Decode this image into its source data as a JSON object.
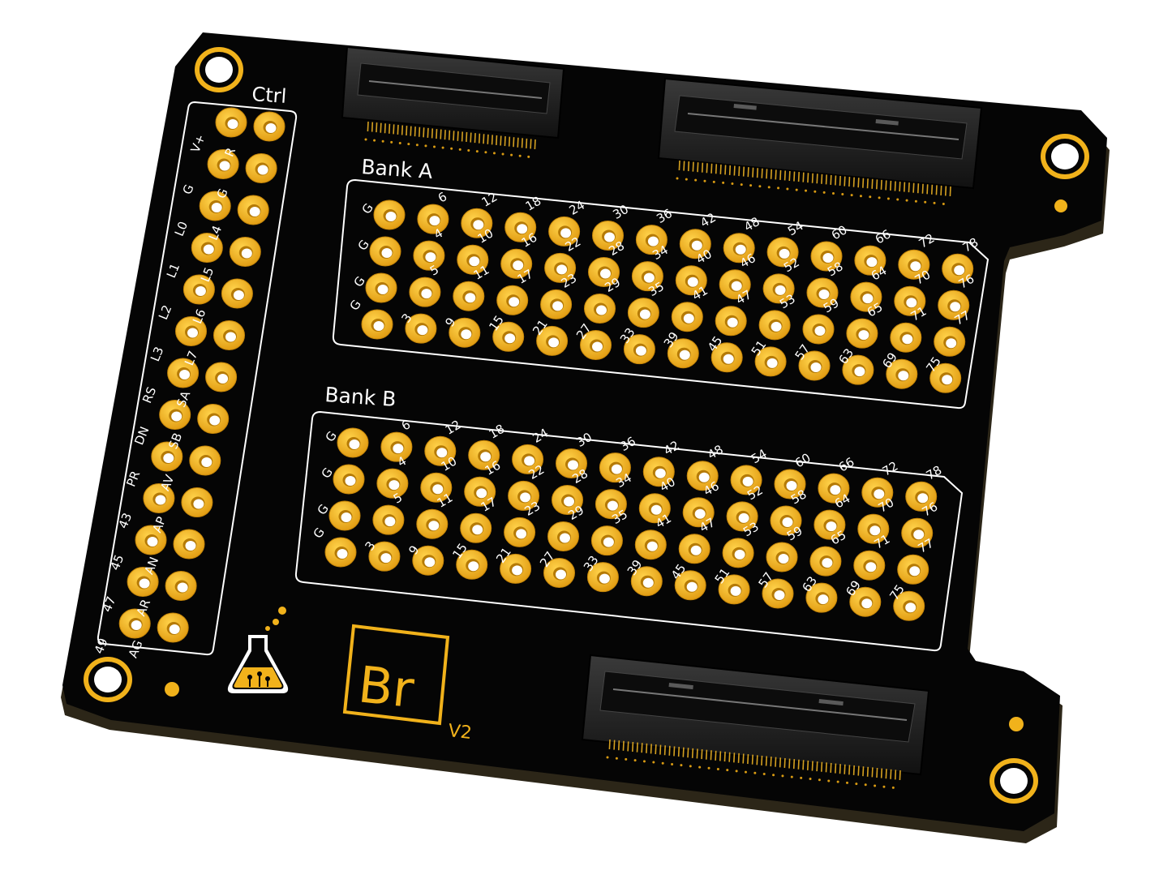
{
  "board": {
    "ctrl_label": "Ctrl",
    "bank_a_label": "Bank A",
    "bank_b_label": "Bank B",
    "logo_text": "Br",
    "version": "V2",
    "colors": {
      "pcb": "#050505",
      "pcb_edge": "#2a2417",
      "pad": "#f1b21b",
      "silk": "#ffffff",
      "connector": "#1a1a1a"
    }
  },
  "ctrl_labels_left": [
    "V+",
    "G",
    "L0",
    "L1",
    "L2",
    "L3",
    "RS",
    "DN",
    "PR",
    "43",
    "45",
    "47",
    "49"
  ],
  "ctrl_labels_right": [
    "R",
    "G",
    "L4",
    "L5",
    "L6",
    "L7",
    "SA",
    "SB",
    "AV",
    "AP",
    "AN",
    "AR",
    "AG"
  ],
  "bank_top_labels": [
    "G",
    "6",
    "12",
    "18",
    "24",
    "30",
    "36",
    "42",
    "48",
    "54",
    "60",
    "66",
    "72",
    "78"
  ],
  "bank_row2_labels": [
    "G",
    "4",
    "10",
    "16",
    "22",
    "28",
    "34",
    "40",
    "46",
    "52",
    "58",
    "64",
    "70",
    "76"
  ],
  "bank_row3_labels": [
    "G",
    "5",
    "11",
    "17",
    "23",
    "29",
    "35",
    "41",
    "47",
    "53",
    "59",
    "65",
    "71",
    "77"
  ],
  "bank_row4_labels": [
    "3",
    "9",
    "15",
    "21",
    "27",
    "33",
    "39",
    "45",
    "51",
    "57",
    "63",
    "69",
    "75"
  ]
}
